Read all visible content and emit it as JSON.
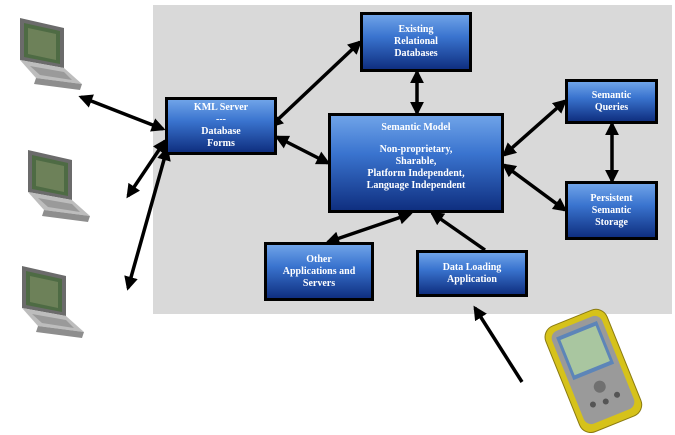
{
  "boxes": {
    "existing_db": [
      "Existing",
      "Relational",
      "Databases"
    ],
    "kml_server": [
      "KML Server",
      "---",
      "Database",
      "Forms"
    ],
    "semantic_model": {
      "title": "Semantic Model",
      "body": [
        "Non-proprietary,",
        "Sharable,",
        "Platform Independent,",
        "Language Independent"
      ]
    },
    "semantic_queries": [
      "Semantic",
      "Queries"
    ],
    "persistent_storage": [
      "Persistent",
      "Semantic",
      "Storage"
    ],
    "other_apps": [
      "Other",
      "Applications and",
      "Servers"
    ],
    "data_loading": [
      "Data Loading",
      "Application"
    ]
  },
  "icons": [
    "laptop-icon",
    "laptop-icon",
    "laptop-icon",
    "gps-handheld-icon"
  ],
  "colors": {
    "panel": "#d9d9d9",
    "box_top": "#6fa3e8",
    "box_bottom": "#0f2f80",
    "arrow": "#000000"
  }
}
